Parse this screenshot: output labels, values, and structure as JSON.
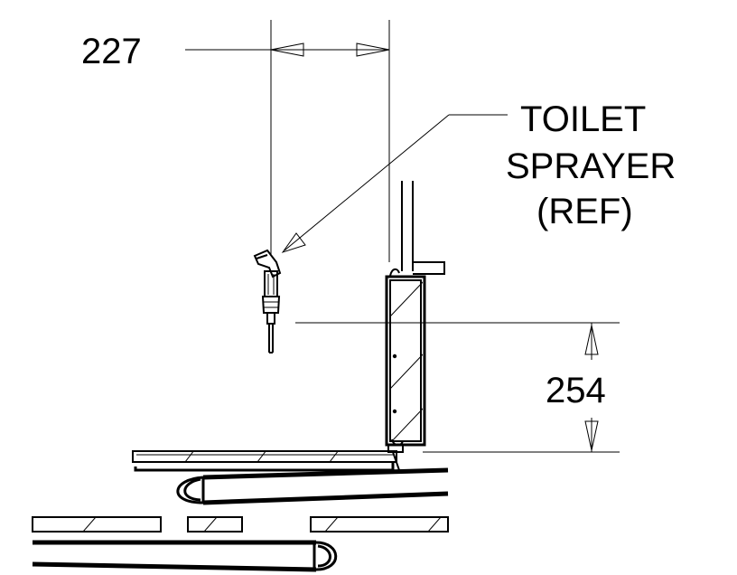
{
  "dimensions": {
    "horizontal": "227",
    "vertical": "254"
  },
  "callout": {
    "line1": "TOILET",
    "line2": "SPRAYER",
    "line3": "(REF)"
  }
}
